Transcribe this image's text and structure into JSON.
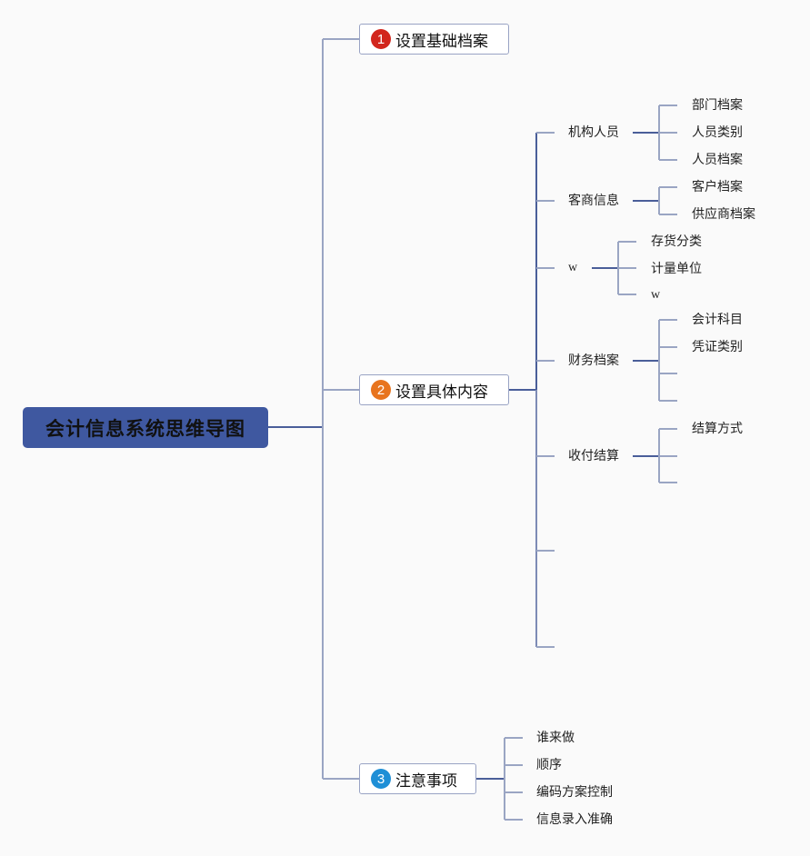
{
  "root": {
    "label": "会计信息系统思维导图"
  },
  "colors": {
    "root_fill": "#3f58a0",
    "line_dark": "#4a5e99",
    "line_light": "#9aa5c3",
    "badge_1": "#d2261d",
    "badge_2": "#e8741e",
    "badge_3": "#1f8fd6"
  },
  "branches": [
    {
      "number": "1",
      "badge_icon": "number-badge-1",
      "label": "设置基础档案",
      "children": []
    },
    {
      "number": "2",
      "badge_icon": "number-badge-2",
      "label": "设置具体内容",
      "children": [
        {
          "label": "机构人员",
          "children": [
            "部门档案",
            "人员类别",
            "人员档案"
          ]
        },
        {
          "label": "客商信息",
          "children": [
            "客户档案",
            "供应商档案"
          ]
        },
        {
          "label": "w",
          "children": [
            "存货分类",
            "计量单位",
            "w"
          ]
        },
        {
          "label": "财务档案",
          "children": [
            "会计科目",
            "凭证类别",
            "",
            ""
          ]
        },
        {
          "label": "收付结算",
          "children": [
            "结算方式",
            "",
            ""
          ]
        },
        {
          "label": "",
          "children": []
        },
        {
          "label": "",
          "children": []
        }
      ]
    },
    {
      "number": "3",
      "badge_icon": "number-badge-3",
      "label": "注意事项",
      "children": [
        {
          "label": "谁来做"
        },
        {
          "label": "顺序"
        },
        {
          "label": "编码方案控制"
        },
        {
          "label": "信息录入准确"
        }
      ]
    }
  ]
}
